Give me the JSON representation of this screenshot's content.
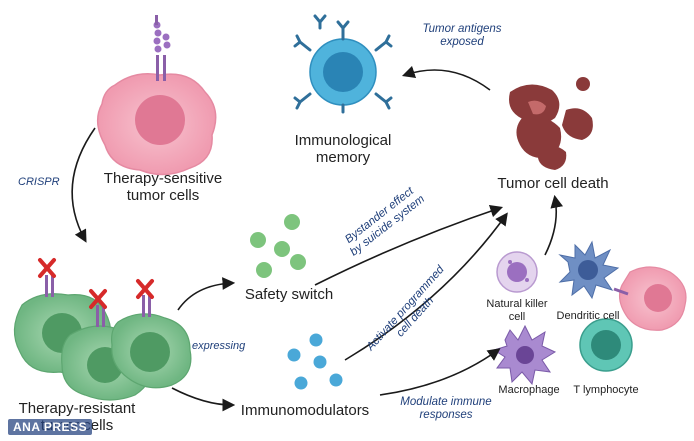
{
  "labels": {
    "therapy_sensitive": "Therapy-sensitive\ntumor cells",
    "therapy_resistant": "Therapy-resistant\ntumor cells",
    "immunological_memory": "Immunological\nmemory",
    "tumor_cell_death": "Tumor cell death",
    "safety_switch": "Safety switch",
    "immunomodulators": "Immunomodulators",
    "natural_killer": "Natural killer\ncell",
    "dendritic": "Dendritic cell",
    "macrophage": "Macrophage",
    "t_lymphocyte": "T lymphocyte"
  },
  "arrows": {
    "crispr": "CRISPR",
    "tumor_antigens": "Tumor antigens\nexposed",
    "bystander": "Bystander effect\nby suicide system",
    "activate": "Activate programmed\ncell death",
    "expressing": "expressing",
    "modulate": "Modulate immune\nresponses"
  },
  "watermark": "ANA PRESS",
  "colors": {
    "sensitive_cell": "#f2a5b8",
    "resistant_cell": "#7fc08f",
    "memory_cell": "#4fb3dc",
    "death_cell": "#8a3a3a",
    "safety_dots": "#7dc47d",
    "immuno_dots": "#4aa8d8",
    "receptor": "#8a5fa8",
    "label_italic": "#1f3f7a"
  }
}
